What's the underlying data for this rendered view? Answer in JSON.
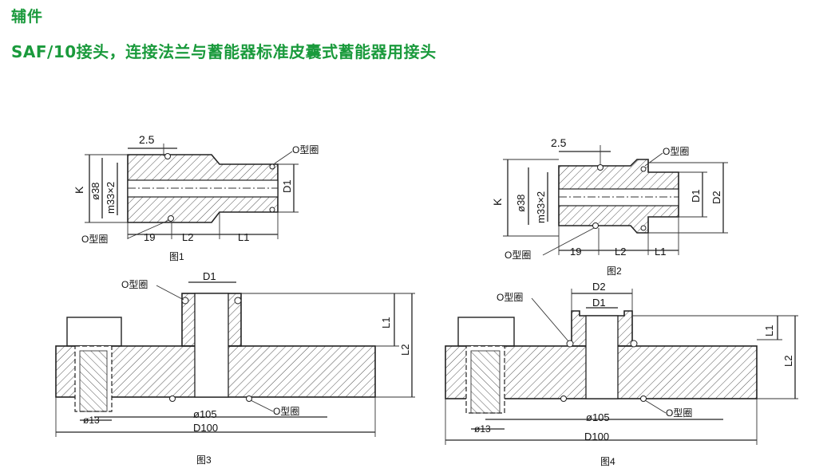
{
  "header": {
    "category": "辅件",
    "title": "SAF/10接头，连接法兰与蓄能器标准皮囊式蓄能器用接头"
  },
  "labels": {
    "oring": "O型圈",
    "dim_2_5": "2.5",
    "dim_K": "K",
    "dim_d38": "ø38",
    "dim_m33": "m33×2",
    "dim_D1": "D1",
    "dim_D2": "D2",
    "dim_19": "19",
    "dim_L2": "L2",
    "dim_L1": "L1",
    "dim_d105": "ø105",
    "dim_D100": "D100",
    "dim_13": "ø13"
  },
  "figures": {
    "fig1": "图1",
    "fig2": "图2",
    "fig3": "图3",
    "fig4": "图4"
  },
  "colors": {
    "header": "#1a9a3c",
    "lines": "#222222"
  }
}
